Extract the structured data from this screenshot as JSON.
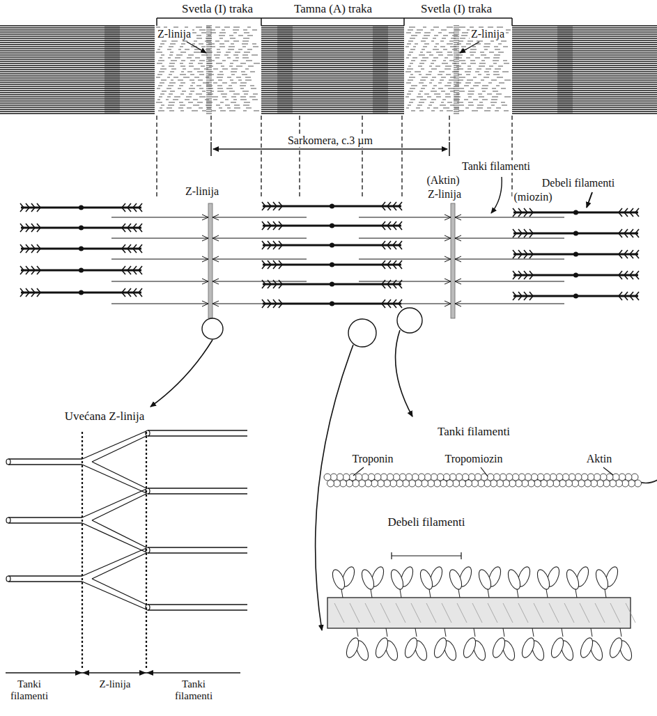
{
  "diagram": {
    "labels": [
      "Svetla (I) traka",
      "Tamna (A) traka",
      "Svetla (I) traka",
      "Z-linija",
      "Z-linija",
      "Sarkomera, c.3 µm",
      "Tanki filamenti",
      "(Aktin)",
      "Debeli filamenti",
      "Z-linija",
      "(miozin)",
      "Z-linija",
      "Uvećana Z-linija",
      "Tanki filamenti",
      "Troponin",
      "Tropomiozin",
      "Aktin",
      "Debeli filamenti",
      "Tanki filamenti",
      "Z-linija",
      "Tanki filamenti"
    ]
  }
}
